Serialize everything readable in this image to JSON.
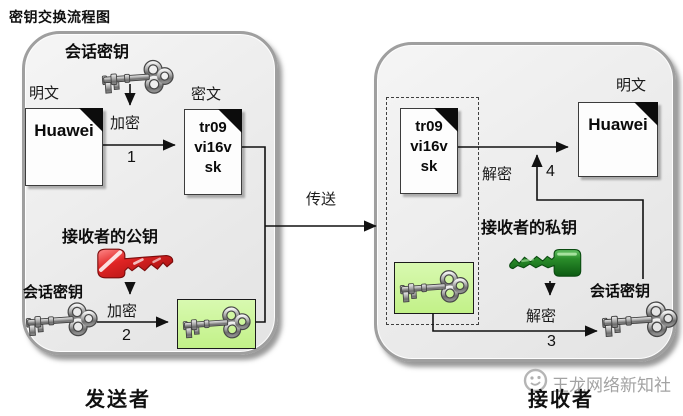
{
  "title": "密钥交换流程图",
  "colors": {
    "box_fill": "#ebebeb",
    "box_border": "#9f9f9f",
    "highlight_green": "#c9f49a",
    "public_key_red": "#d42020",
    "private_key_green": "#1d7f26"
  },
  "sender": {
    "role_label": "发送者",
    "session_key_label_top": "会话密钥",
    "plaintext_label": "明文",
    "plaintext_doc": "Huawei",
    "encrypt_label_data": "加密",
    "step1": "1",
    "ciphertext_label": "密文",
    "cipher_lines": [
      "tr09",
      "vi16v",
      "sk"
    ],
    "public_key_label": "接收者的公钥",
    "session_key_label_bottom": "会话密钥",
    "encrypt_label_key": "加密",
    "step2": "2"
  },
  "transfer": {
    "label": "传送"
  },
  "receiver": {
    "role_label": "接收者",
    "cipher_lines": [
      "tr09",
      "vi16v",
      "sk"
    ],
    "decrypt_label_data": "解密",
    "step4": "4",
    "plaintext_label": "明文",
    "plaintext_doc": "Huawei",
    "private_key_label": "接收者的私钥",
    "decrypt_label_key": "解密",
    "step3": "3",
    "session_key_label": "会话密钥"
  },
  "watermark": {
    "brand": "王龙网络新知社"
  }
}
